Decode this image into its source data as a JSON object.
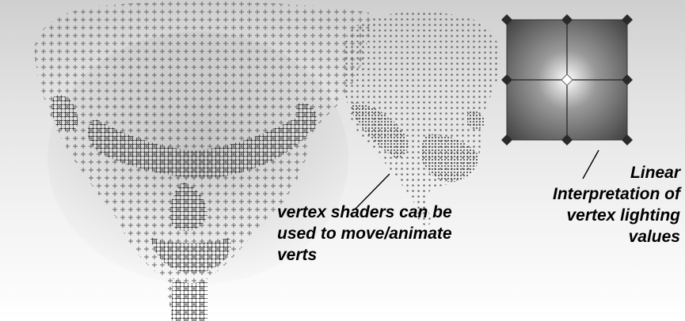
{
  "captions": {
    "vertex_shaders": [
      "vertex shaders can be",
      "used to move/animate",
      "verts"
    ],
    "linear_interpretation": [
      "Linear",
      "Interpretation of",
      "vertex lighting",
      "values"
    ]
  },
  "icons": {
    "mesh_front": "wireframe-head-front-icon",
    "mesh_side": "wireframe-head-side-icon",
    "lighting_quad": "interpolated-quad-icon"
  }
}
